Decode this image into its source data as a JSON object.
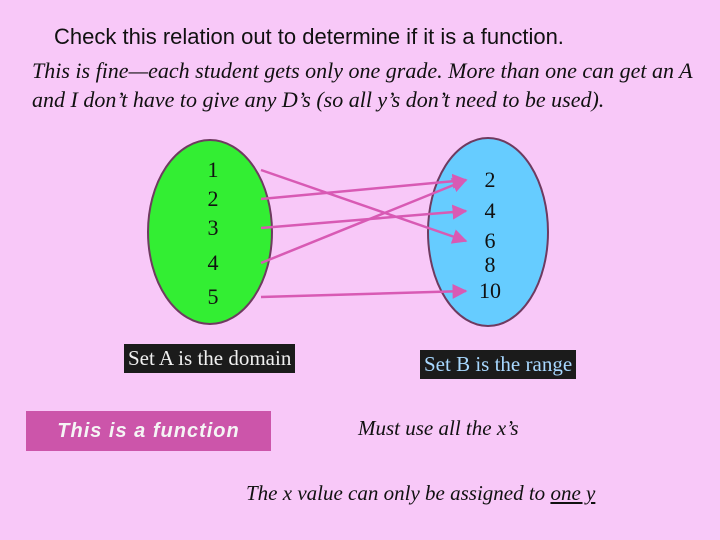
{
  "title": "Check this relation out to determine if it is a function.",
  "intro": "This is fine—each student gets only one grade.  More than one can get an A and I don’t have to give any D’s (so all y’s don’t need to be used).",
  "domain_values": [
    "1",
    "2",
    "3",
    "4",
    "5"
  ],
  "range_values": [
    "2",
    "4",
    "6",
    "8",
    "10"
  ],
  "mapping": [
    {
      "from": "1",
      "to": "6"
    },
    {
      "from": "2",
      "to": "2"
    },
    {
      "from": "3",
      "to": "4"
    },
    {
      "from": "4",
      "to": "2"
    },
    {
      "from": "5",
      "to": "10"
    }
  ],
  "labels": {
    "domain": "Set A is the domain",
    "range": "Set B is the range",
    "function": "This is a function",
    "must_use": "Must use all the x’s",
    "one_y_prefix": "The x value can only be assigned to ",
    "one_y_emph": "one y"
  },
  "colors": {
    "background": "#f8c8f8",
    "domain_set": "#33ee33",
    "range_set": "#66ccff",
    "set_outline": "#6f3a60",
    "arrow": "#d85ab4",
    "function_box": "#cc55aa"
  }
}
